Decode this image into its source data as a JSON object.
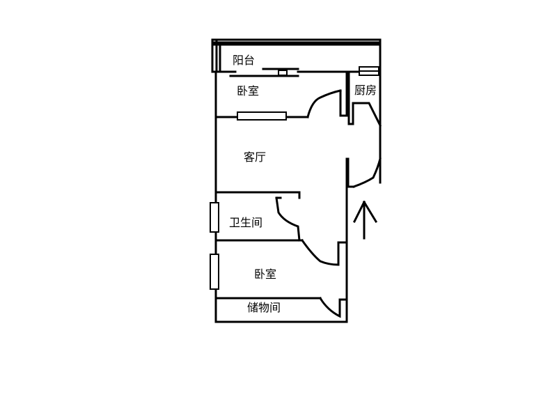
{
  "floorplan": {
    "rooms": {
      "balcony": "阳台",
      "bedroom_top": "卧室",
      "kitchen": "厨房",
      "living_room": "客厅",
      "bathroom": "卫生间",
      "bedroom_bottom": "卧室",
      "storage": "储物间"
    },
    "entrance_arrow": "entrance-arrow-up"
  }
}
